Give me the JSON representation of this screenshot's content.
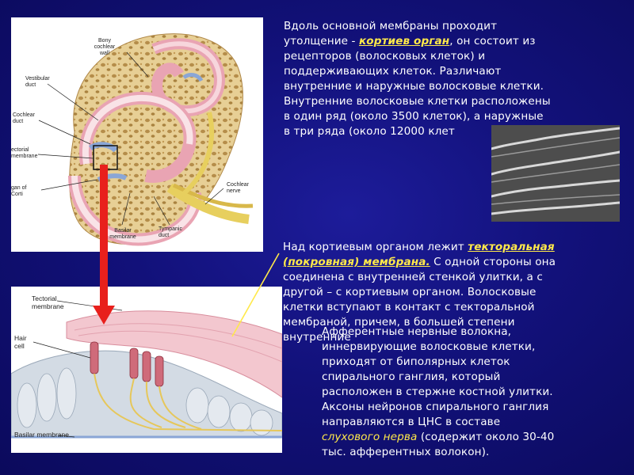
{
  "cochlea_labels": {
    "bony_wall": "Bony cochlear wall",
    "vestibular_duct": "Vestibular duct",
    "cochlear_duct": "Cochlear duct",
    "tectorial_membrane": "ectorial membrane",
    "organ_of_corti": "gan of Corti",
    "basilar_membrane": "Basilar membrane",
    "tympanic_duct": "Tympanic duct",
    "cochlear_nerve": "Cochlear nerve"
  },
  "organ_labels": {
    "tectorial_membrane": "Tectorial membrane",
    "hair_cell": "Hair cell",
    "basilar_membrane": "Basilar membrane"
  },
  "block1": {
    "line1": "Вдоль основной мембраны проходит",
    "pre_kw": "утолщение - ",
    "kw": "кортиев орган",
    "post_kw": ", он состоит из",
    "line3": "рецепторов (волосковых клеток) и",
    "line4": "поддерживающих клеток. Различают",
    "line5": "внутренние и наружные волосковые клетки.",
    "line6": "Внутренние волосковые клетки расположены",
    "line7": "в один ряд (около 3500 клеток), а наружные",
    "line8": "в три ряда (около 12000 клет"
  },
  "block2": {
    "pre_kw": "Над кортиевым органом лежит ",
    "kw1": "текторальная",
    "kw2": "(покровная) мембрана.",
    "post_kw": " С одной стороны она",
    "line3": "соединена с внутренней стенкой улитки, а с",
    "line4": "другой – с кортиевым органом. Волосковые",
    "line5": "клетки вступают в контакт с текторальной",
    "line6": "мембраной, причем, в большей степени",
    "line7": "внутренние"
  },
  "block3": {
    "line1": "Афферентные нервные волокна,",
    "line2": "иннервирующие волосковые клетки,",
    "line3": "приходят от биполярных клеток",
    "line4": "спирального ганглия, который",
    "line5": "расположен в стержне костной улитки.",
    "line6": "Аксоны нейронов спирального ганглия",
    "line7": "направляются в ЦНС в составе",
    "kw": "слухового нерва",
    "post_kw": " (содержит около 30-40",
    "line9": "тыс. афферентных волокон)."
  },
  "colors": {
    "background": "#12117a",
    "text": "#ffffff",
    "keyword": "#ffe94a",
    "arrow": "#e8201c"
  }
}
